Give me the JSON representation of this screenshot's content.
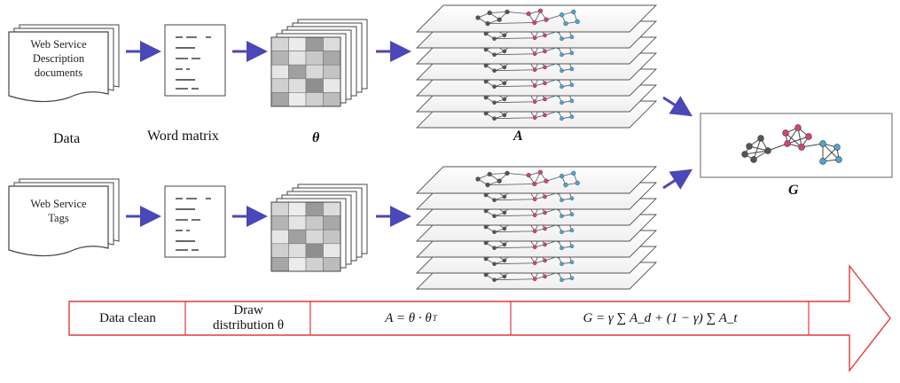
{
  "inputs": {
    "top_document": [
      "Web Service",
      "Description",
      "documents"
    ],
    "bottom_document": [
      "Web Service",
      "Tags"
    ]
  },
  "row_labels": {
    "data": "Data",
    "word_matrix": "Word matrix",
    "theta": "θ",
    "a": "A",
    "g": "G"
  },
  "pipeline": {
    "stages": [
      {
        "label_line1": "Data clean",
        "label_line2": ""
      },
      {
        "label_line1": "Draw",
        "label_line2": "distribution θ"
      },
      {
        "label": "A = θ · θ",
        "sup": "T"
      },
      {
        "formula": "G = γ ∑ A_d + (1 − γ) ∑ A_t"
      }
    ]
  },
  "colors": {
    "arrow": "#4a48b8",
    "pipeline_border": "#e03a3a",
    "node_gray": "#555555",
    "node_pink": "#d8427a",
    "node_blue": "#4aa8d6"
  }
}
